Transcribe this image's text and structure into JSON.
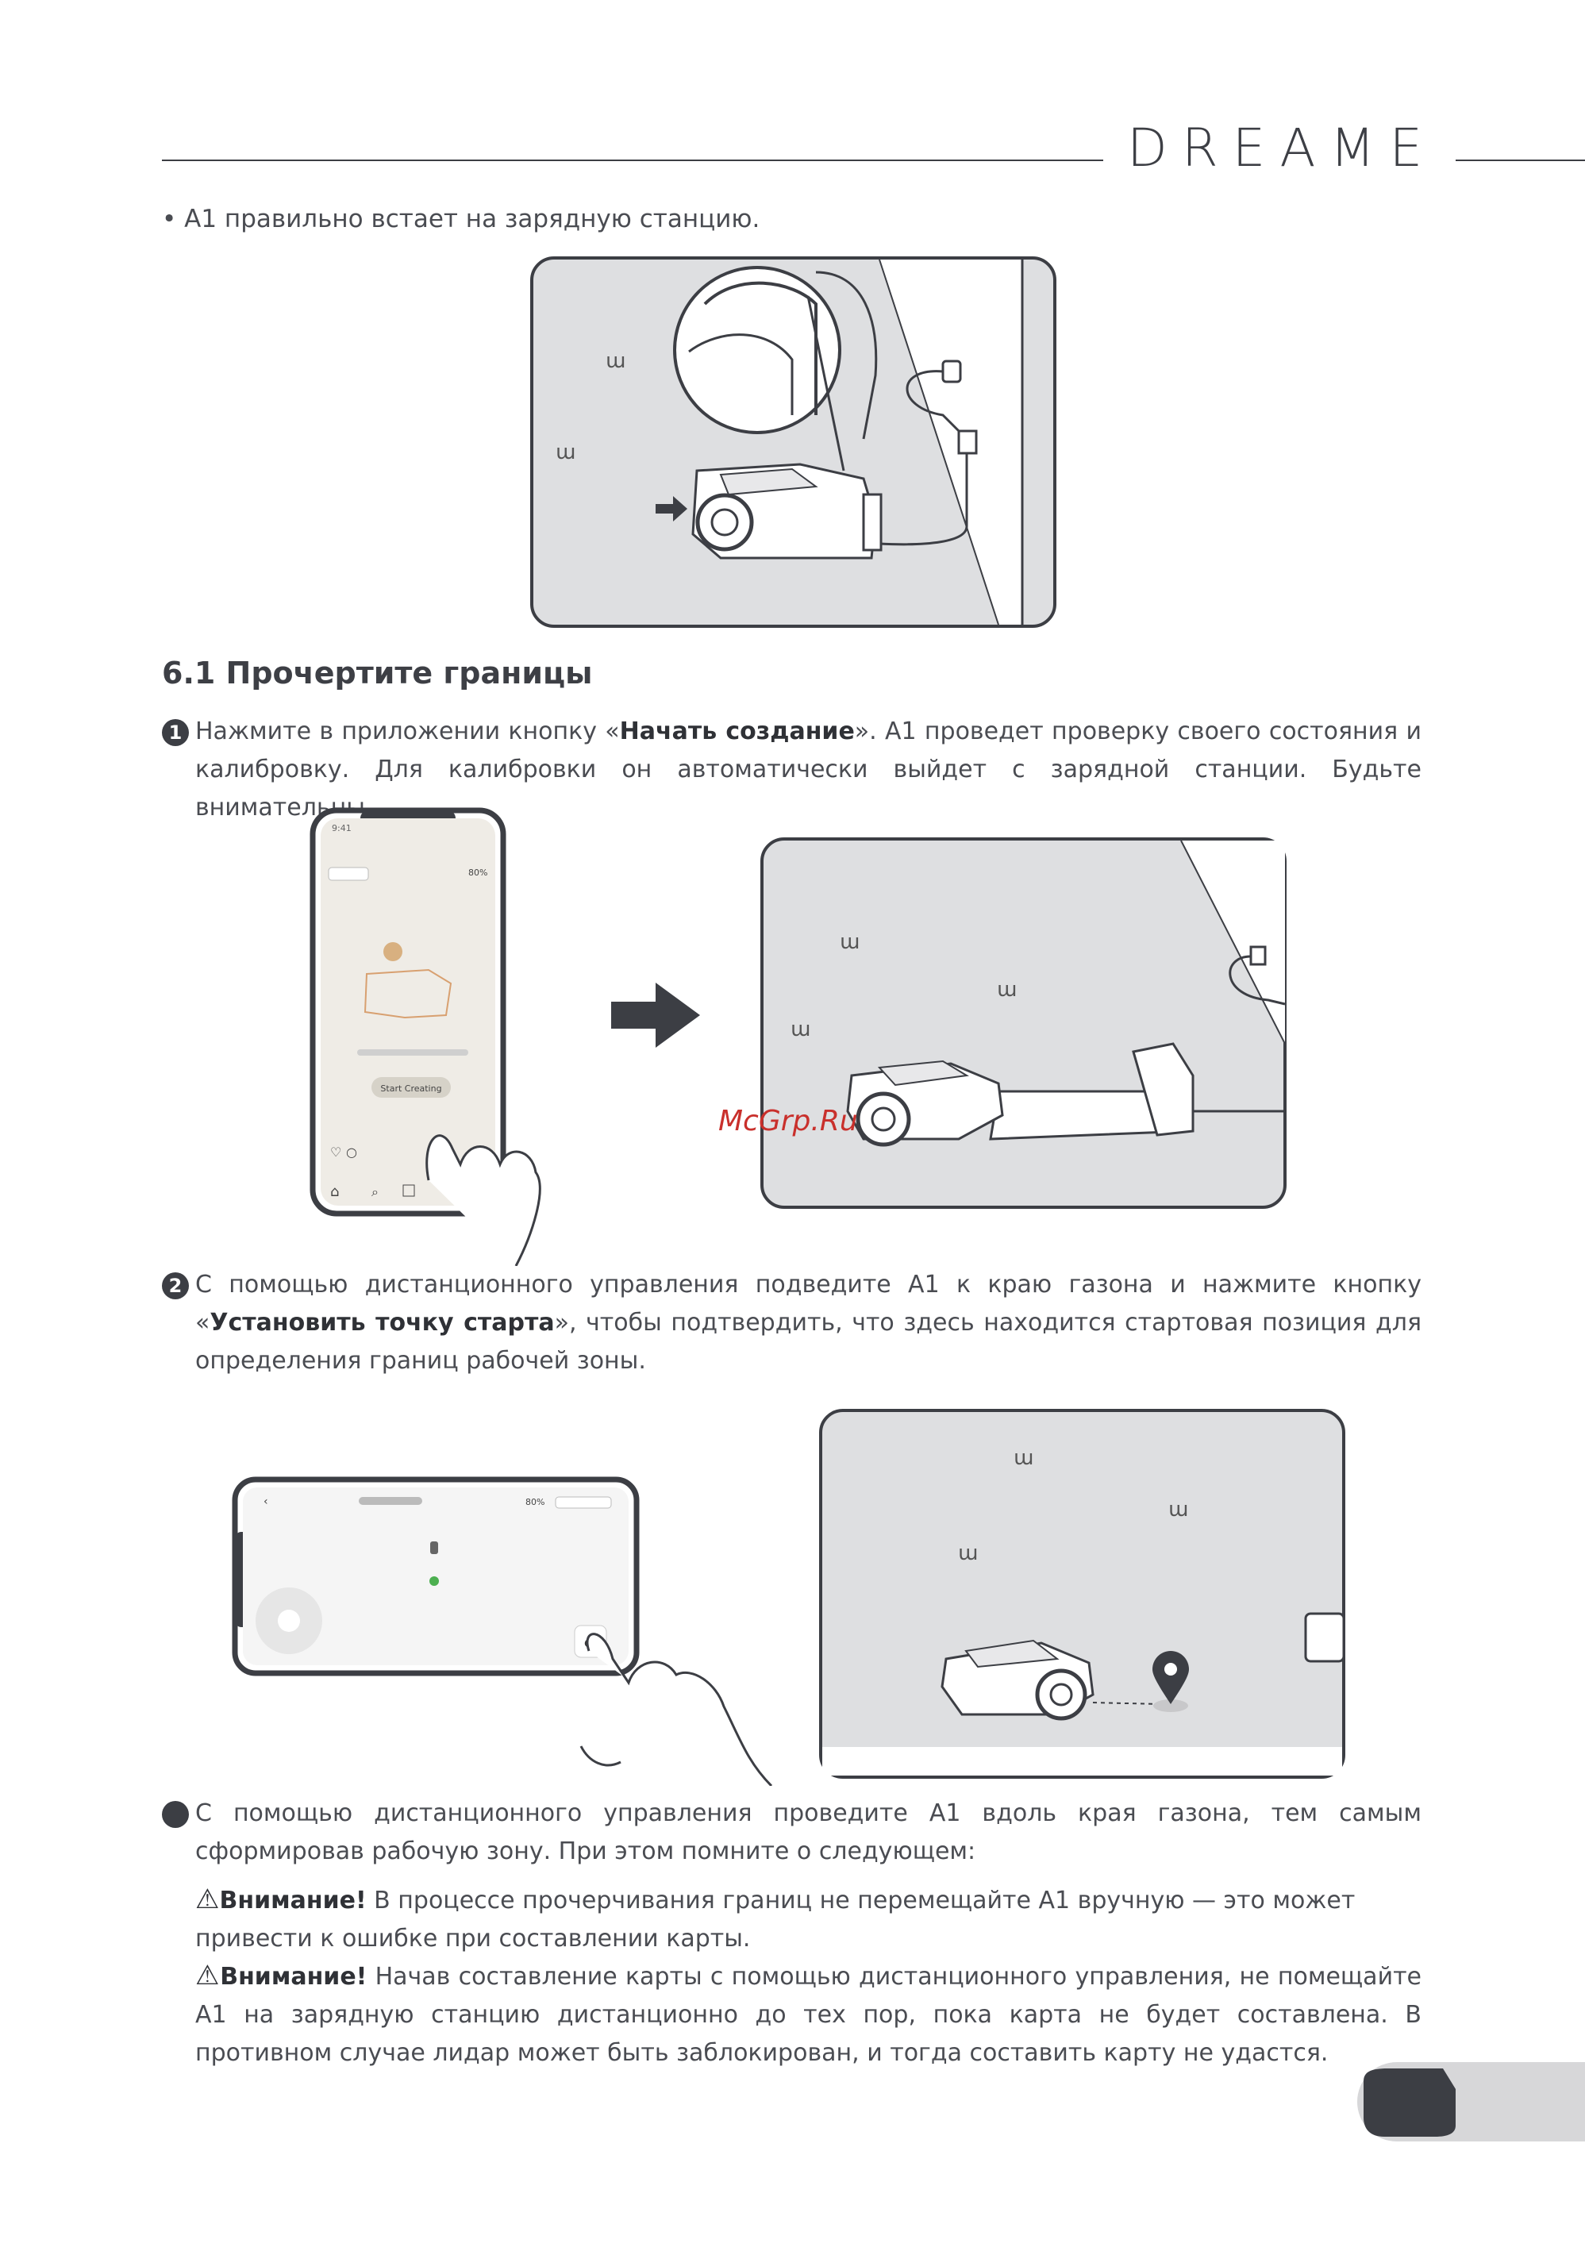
{
  "header": {
    "brand_logo": "DREAME"
  },
  "intro_bullet": "• A1 правильно встает на зарядную станцию.",
  "section": {
    "title": "6.1 Прочертите границы"
  },
  "steps": [
    {
      "number": "1",
      "text_before": "Нажмите в приложении кнопку «",
      "bold": "Начать создание",
      "text_after": "». A1 проведет проверку своего состояния и калибровку. Для калибровки он автоматически выйдет с зарядной станции. Будьте внимательны."
    },
    {
      "number": "2",
      "text_before": "С помощью дистанционного управления подведите A1 к краю газона и нажмите кнопку «",
      "bold": "Установить точку старта",
      "text_after": "», чтобы подтвердить, что здесь находится стартовая позиция для определения границ рабочей зоны."
    },
    {
      "number": "",
      "text": "С помощью дистанционного управления проведите A1 вдоль края газона, тем самым сформировав рабочую зону. При этом помните о следующем:"
    }
  ],
  "warnings": [
    {
      "label": "Внимание!",
      "text": " В процессе прочерчивания границ не перемещайте A1 вручную — это может привести к ошибке при составлении карты."
    },
    {
      "label": "Внимание!",
      "text": " Начав составление карты с помощью дистанционного управления, не помещайте A1 на зарядную станцию дистанционно до тех пор, пока карта не будет составлена. В противном случае лидар может быть заблокирован, и тогда составить карту не удастся."
    }
  ],
  "phone1": {
    "time": "9:41",
    "battery": "80%",
    "button": "Start Creating"
  },
  "phone2": {
    "battery": "80%"
  },
  "watermark": "McGrp.Ru"
}
